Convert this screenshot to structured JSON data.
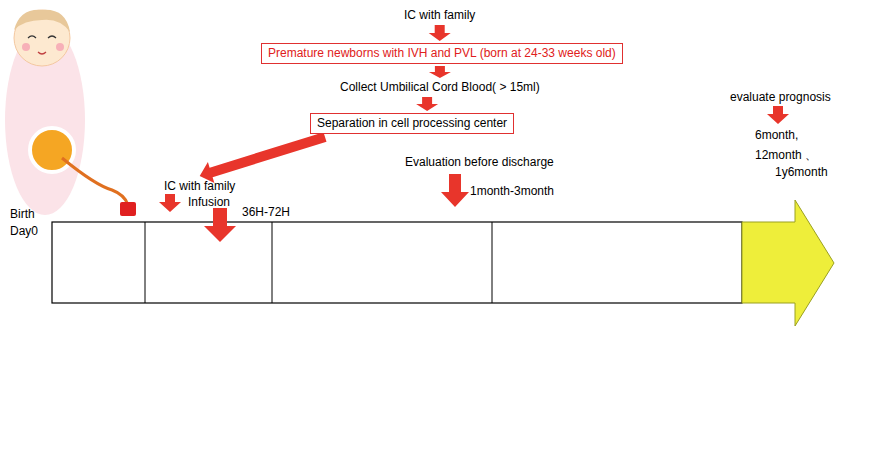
{
  "diagram": {
    "nodes": [
      {
        "text": [
          "IC with family"
        ]
      },
      {
        "text": [
          "Premature newborns with IVH and PVL (born at 24-33 weeks old)"
        ]
      },
      {
        "text": [
          "Collect Umbilical Cord Blood( > 15ml)"
        ]
      },
      {
        "text": [
          "Separation in cell processing center"
        ]
      },
      {
        "text": [
          "IC with family"
        ]
      }
    ],
    "edges": [
      {
        "from": 0,
        "to": 1,
        "arrow": "to"
      },
      {
        "from": 1,
        "to": 2,
        "arrow": "to"
      },
      {
        "from": 2,
        "to": 3,
        "arrow": "to"
      },
      {
        "from": 3,
        "to": 4,
        "arrow": "to"
      }
    ],
    "labels": [
      "Birth Day0",
      "Infusion",
      "36H-72H",
      "Evaluation before discharge",
      "1month-3month",
      "evaluate prognosis",
      "6month,",
      "12month 、",
      "1y6month"
    ]
  }
}
